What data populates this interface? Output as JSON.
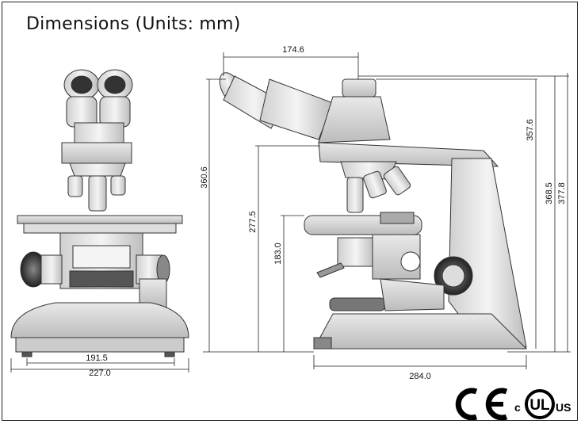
{
  "title": "Dimensions (Units: mm)",
  "front": {
    "width_inner": "191.5",
    "width_outer": "227.0",
    "height_total": "360.6"
  },
  "side": {
    "eyepiece_offset": "174.6",
    "stage_height": "277.5",
    "condenser_height": "183.0",
    "head_height": "357.6",
    "height_368": "368.5",
    "height_total": "377.8",
    "depth": "284.0"
  },
  "logos": {
    "ce": "CE",
    "ul_c": "c",
    "ul": "UL",
    "ul_us": "US"
  }
}
